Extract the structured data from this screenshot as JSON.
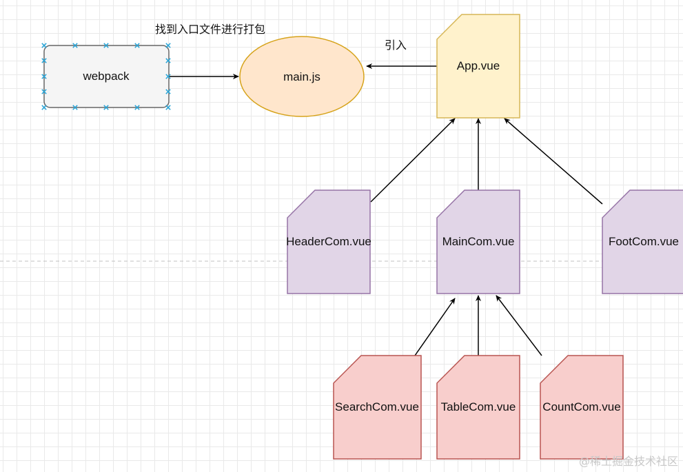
{
  "canvas": {
    "grid": true,
    "colors": {
      "grid_line": "#e9e9e9",
      "guide_line": "#c0c0c0",
      "edge": "#000000",
      "selection_handle": "#29a4d6"
    }
  },
  "nodes": {
    "webpack": {
      "label": "webpack",
      "shape": "rounded-rect",
      "fill": "#f5f5f5",
      "stroke": "#666666",
      "selected": true
    },
    "main": {
      "label": "main.js",
      "shape": "ellipse",
      "fill": "#ffe6cc",
      "stroke": "#d6a31a"
    },
    "app": {
      "label": "App.vue",
      "shape": "card",
      "fill": "#fff2cc",
      "stroke": "#d6b656"
    },
    "header": {
      "label": "HeaderCom.vue",
      "shape": "card",
      "fill": "#e1d5e7",
      "stroke": "#9673a6"
    },
    "maincom": {
      "label": "MainCom.vue",
      "shape": "card",
      "fill": "#e1d5e7",
      "stroke": "#9673a6"
    },
    "foot": {
      "label": "FootCom.vue",
      "shape": "card",
      "fill": "#e1d5e7",
      "stroke": "#9673a6"
    },
    "search": {
      "label": "SearchCom.vue",
      "shape": "card",
      "fill": "#f8cecc",
      "stroke": "#b85450"
    },
    "table": {
      "label": "TableCom.vue",
      "shape": "card",
      "fill": "#f8cecc",
      "stroke": "#b85450"
    },
    "count": {
      "label": "CountCom.vue",
      "shape": "card",
      "fill": "#f8cecc",
      "stroke": "#b85450"
    }
  },
  "edges": [
    {
      "from": "webpack",
      "to": "main",
      "label": "找到入口文件进行打包"
    },
    {
      "from": "app",
      "to": "main",
      "label": "引入"
    },
    {
      "from": "header",
      "to": "app"
    },
    {
      "from": "maincom",
      "to": "app"
    },
    {
      "from": "foot",
      "to": "app"
    },
    {
      "from": "search",
      "to": "maincom"
    },
    {
      "from": "table",
      "to": "maincom"
    },
    {
      "from": "count",
      "to": "maincom"
    }
  ],
  "watermark": "@稀土掘金技术社区"
}
